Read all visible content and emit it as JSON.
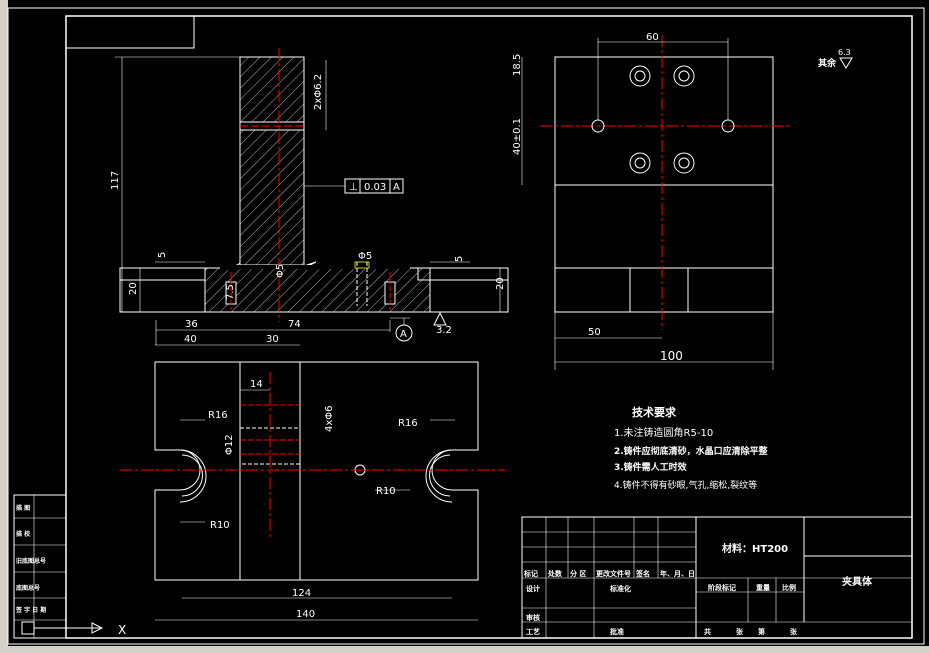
{
  "drawing": {
    "tech_requirements": {
      "title": "技术要求",
      "items": [
        "1.未注铸造圆角R5-10",
        "2.铸件应彻底清砂，水晶口应清除平整",
        "3.铸件需人工时效",
        "4.铸件不得有砂眼,气孔,缩松,裂纹等"
      ]
    },
    "surface_note": {
      "label": "其余",
      "value": "6.3"
    },
    "dims": {
      "d117": "117",
      "d20a": "20",
      "d20b": "20",
      "d5a": "5",
      "d5b": "5",
      "d36": "36",
      "d74": "74",
      "d40": "40",
      "d30": "30",
      "d14": "14",
      "d12": "Φ12",
      "d4x6": "4xΦ6",
      "r16a": "R16",
      "r16b": "R16",
      "r10a": "R10",
      "r10b": "R10",
      "d124": "124",
      "d140": "140",
      "d60": "60",
      "d185": "18.5",
      "d40b": "40±0.1",
      "d50": "50",
      "d100": "100",
      "d2x6": "2xΦ6.2",
      "phi5": "Φ5",
      "d75": "7.5",
      "d5c": "Φ5",
      "tolerance": "0.03",
      "tol_ref": "A",
      "datum": "A",
      "rough32": "3.2"
    },
    "title_block": {
      "material_label": "材料：HT200",
      "part_name": "夹具体",
      "r_biaoji": "标记",
      "r_chushu": "处数",
      "r_fenqu": "分 区",
      "r_gengai": "更改文件号",
      "r_qianming": "签名",
      "r_nianyueri": "年、月、日",
      "r_sheji": "设计",
      "r_biaozhunhua": "标准化",
      "r_shenhe": "审核",
      "r_gongyi": "工艺",
      "r_pizhun": "批准",
      "r_jieduan": "阶段标记",
      "r_zhongliang": "重量",
      "r_bili": "比例",
      "r_gong": "共",
      "r_zhang": "张",
      "r_di": "第",
      "r_zhang2": "张"
    },
    "left_block": {
      "rows": [
        "描 图",
        "描 校",
        "旧底图总号",
        "底图总号",
        "签 字  日 期"
      ],
      "cols": [
        "",
        ""
      ]
    }
  },
  "ui": {
    "toolbar_icons": [
      "arrow-icon",
      "grid-icon",
      "snap-icon",
      "ortho-icon",
      "zoom-icon"
    ]
  }
}
